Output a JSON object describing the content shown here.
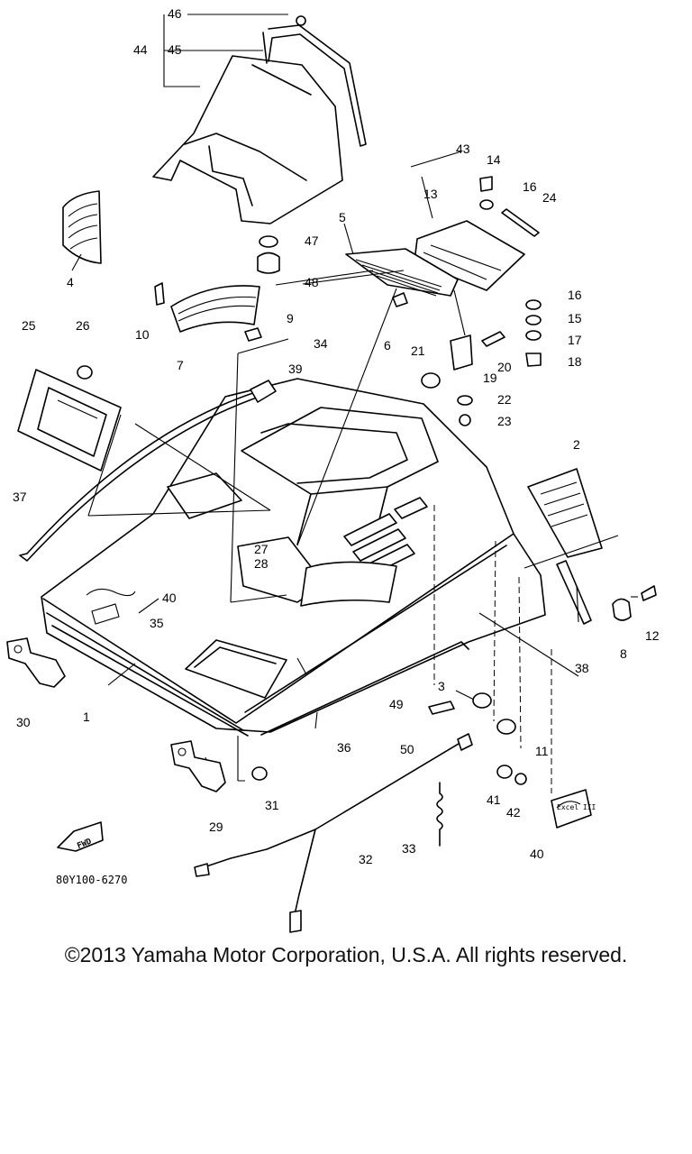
{
  "diagram": {
    "callouts": [
      "46",
      "44",
      "45",
      "43",
      "14",
      "16",
      "24",
      "13",
      "5",
      "47",
      "48",
      "4",
      "16",
      "15",
      "17",
      "18",
      "10",
      "9",
      "7",
      "6",
      "21",
      "19",
      "20",
      "22",
      "23",
      "25",
      "26",
      "34",
      "39",
      "2",
      "37",
      "27",
      "28",
      "40",
      "35",
      "12",
      "8",
      "38",
      "3",
      "49",
      "50",
      "11",
      "30",
      "36",
      "1",
      "41",
      "42",
      "40",
      "29",
      "31",
      "32",
      "33"
    ],
    "fwd_label": "FWD",
    "diagram_code": "80Y100-6270",
    "emblem_text": "Excel III"
  },
  "footer": {
    "copyright": "©2013 Yamaha Motor Corporation, U.S.A. All rights reserved."
  }
}
